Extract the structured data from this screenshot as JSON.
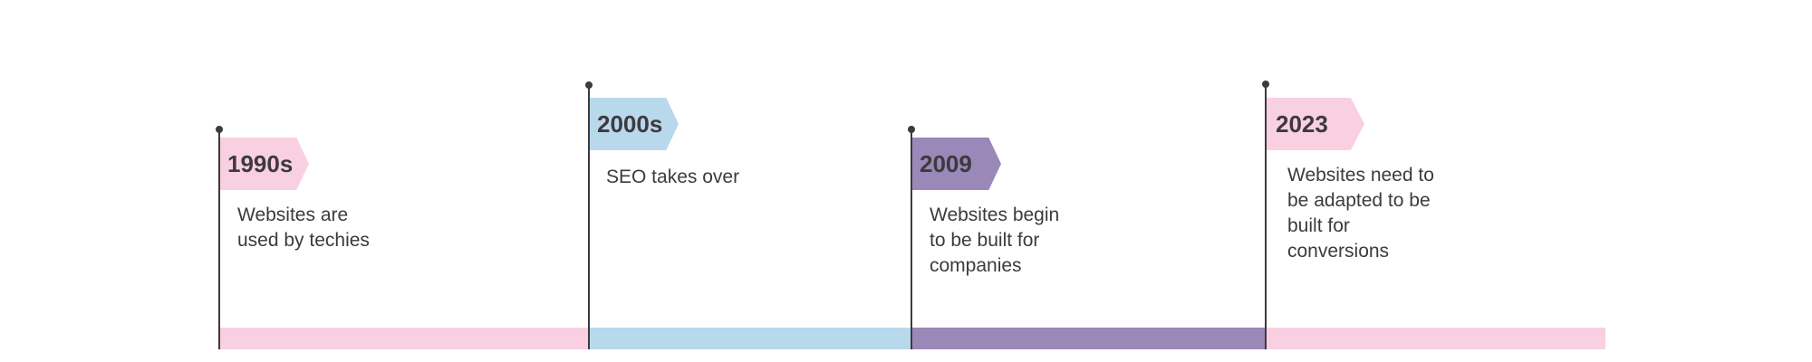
{
  "colors": {
    "pink": "#f9d0e2",
    "blue": "#b8d8eb",
    "purple": "#9a88b8",
    "line": "#3d3a3e",
    "text": "#3d3a3e"
  },
  "milestones": [
    {
      "label": "1990s",
      "description": "Websites are\nused by techies",
      "color": "pink"
    },
    {
      "label": "2000s",
      "description": "SEO takes over",
      "color": "blue"
    },
    {
      "label": "2009",
      "description": "Websites begin\nto be built for\ncompanies",
      "color": "purple"
    },
    {
      "label": "2023",
      "description": "Websites need to\nbe adapted to be\nbuilt for\nconversions",
      "color": "pink"
    }
  ]
}
